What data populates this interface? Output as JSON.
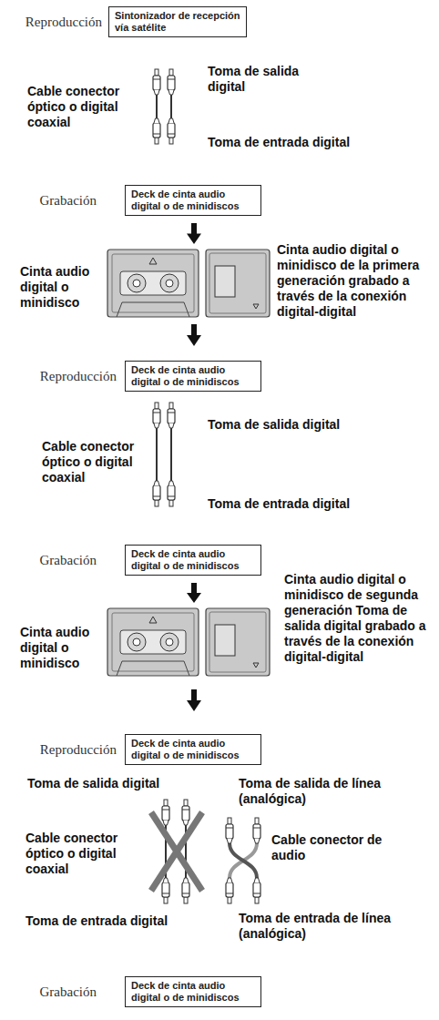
{
  "diagram": {
    "nodes": [
      {
        "text": [
          "Reproducción",
          "Sintonizador de recepción vía satélite"
        ]
      },
      {
        "text": [
          "Grabación",
          "Deck de cinta audio digital o de minidiscos"
        ]
      },
      {
        "text": [
          "Reproducción",
          "Deck de cinta audio digital o de minidiscos"
        ]
      },
      {
        "text": [
          "Grabación",
          "Deck de cinta audio digital o de minidiscos"
        ]
      },
      {
        "text": [
          "Reproducción",
          "Deck de cinta audio digital o de minidiscos"
        ]
      },
      {
        "text": [
          "Grabación",
          "Deck de cinta audio digital o de minidiscos"
        ]
      }
    ],
    "labels": [
      "Cable conector óptico o digital coaxial",
      "Toma de salida digital",
      "Toma de entrada digital",
      "Cinta audio digital o minidisco",
      "Cinta audio digital o minidisco de la primera generación grabado a través de la conexión digital-digital",
      "Cable conector óptico o digital coaxial",
      "Toma de salida digital",
      "Toma de entrada digital",
      "Cinta audio digital o minidisco",
      "Cinta audio digital o minidisco de segunda generación Toma de salida digital grabado a través de la conexión digital-digital",
      "Toma de salida digital",
      "Toma de salida de línea (analógica)",
      "Cable conector óptico o digital coaxial",
      "Cable conector de audio",
      "Toma de entrada digital",
      "Toma de entrada de línea (analógica)"
    ]
  }
}
